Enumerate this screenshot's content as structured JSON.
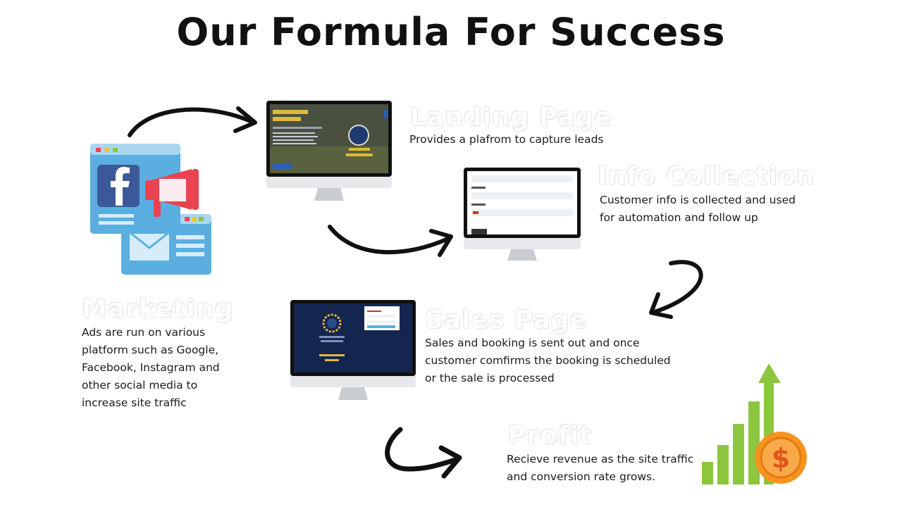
{
  "page": {
    "title": "Our Formula For Success"
  },
  "steps": {
    "marketing": {
      "heading": "Marketing",
      "description": "Ads are run on various platform such as Google, Facebook, Instagram and other social media to increase site traffic"
    },
    "landing": {
      "heading": "Landing Page",
      "description": "Provides a plafrom to capture leads"
    },
    "info": {
      "heading": "Info Collection",
      "description": "Customer info is collected and used for automation and follow up"
    },
    "sales": {
      "heading": "Sales Page",
      "description": "Sales and booking is sent out and once customer comfirms the booking is scheduled or the sale is processed"
    },
    "profit": {
      "heading": "Profit",
      "description": "Recieve revenue as the site traffic and conversion rate grows."
    }
  },
  "icons": {
    "marketing": "social-media-ads-icon",
    "landing": "desktop-monitor-icon",
    "info": "desktop-monitor-icon",
    "sales": "desktop-monitor-icon",
    "profit": "growth-chart-dollar-icon",
    "arrows": "curved-arrow-icon"
  },
  "colors": {
    "facebook_blue": "#3b5998",
    "panel_blue": "#5aaee0",
    "megaphone_red": "#e8434f",
    "chart_green": "#8cc63f",
    "coin_orange": "#f7931e",
    "sales_navy": "#14254f"
  }
}
